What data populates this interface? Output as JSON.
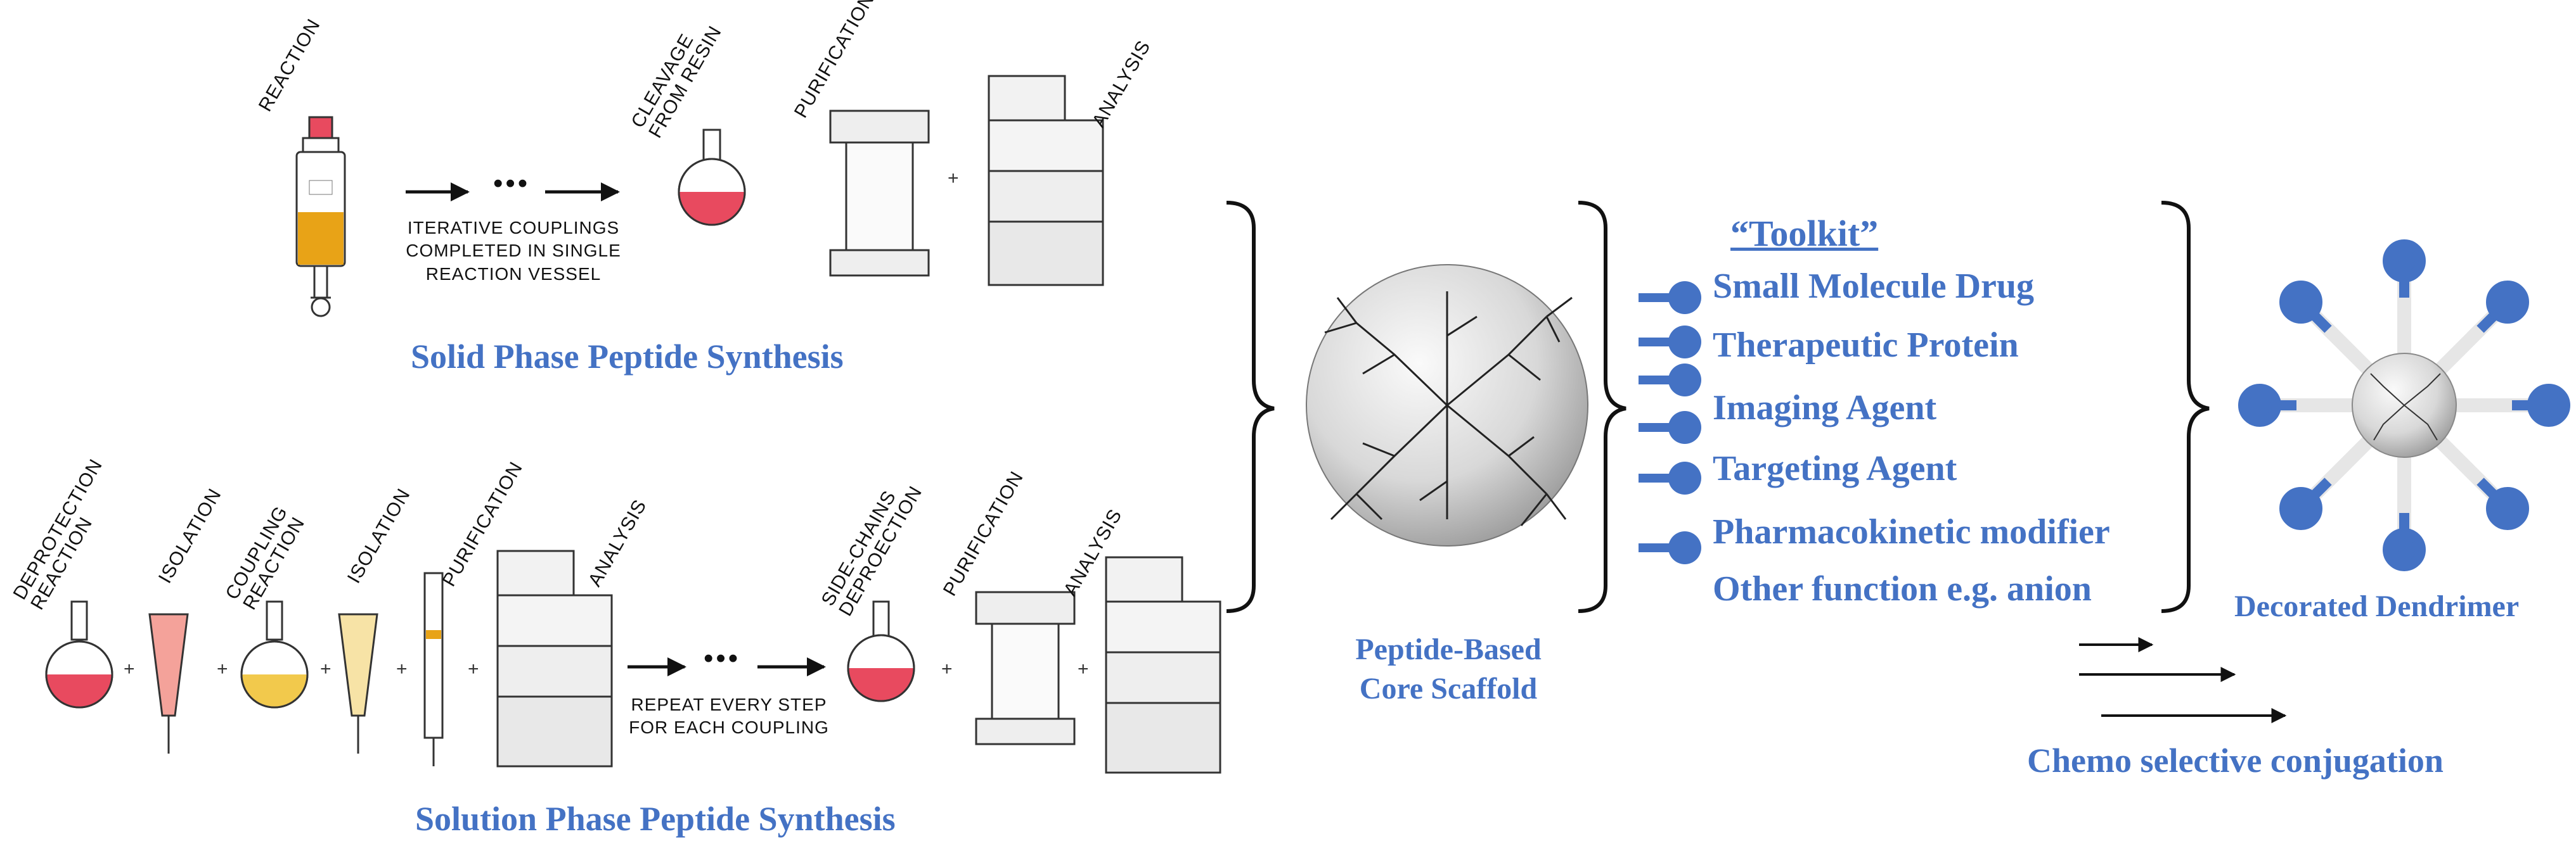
{
  "spps": {
    "title": "Solid Phase Peptide Synthesis",
    "labels": {
      "reaction": "REACTION",
      "cleavage_1": "CLEAVAGE",
      "cleavage_2": "FROM RESIN",
      "purification": "PURIFICATION",
      "analysis": "ANALYSIS"
    },
    "note": [
      "ITERATIVE COUPLINGS",
      "COMPLETED IN SINGLE",
      "REACTION VESSEL"
    ],
    "plus": "+"
  },
  "lpps": {
    "title": "Solution Phase Peptide Synthesis",
    "labels": {
      "deprotection_1": "DEPROTECTION",
      "deprotection_2": "REACTION",
      "isolation_1": "ISOLATION",
      "coupling_1": "COUPLING",
      "coupling_2": "REACTION",
      "isolation_2": "ISOLATION",
      "purification_1": "PURIFICATION",
      "analysis_1": "ANALYSIS",
      "sidechains_1": "SIDE-CHAINS",
      "sidechains_2": "DEPROECTION",
      "purification_2": "PURIFICATION",
      "analysis_2": "ANALYSIS"
    },
    "note": [
      "REPEAT EVERY STEP",
      "FOR EACH COUPLING"
    ],
    "plus": "+"
  },
  "core": {
    "label_1": "Peptide-Based",
    "label_2": "Core Scaffold"
  },
  "toolkit": {
    "title": "“Toolkit”",
    "items": [
      "Small Molecule Drug",
      "Therapeutic Protein",
      "Imaging Agent",
      "Targeting Agent",
      "Pharmacokinetic modifier",
      "Other function e.g. anion"
    ]
  },
  "result": {
    "label": "Decorated Dendrimer",
    "conjugation": "Chemo selective conjugation"
  },
  "colors": {
    "accent_blue": "#4472c4",
    "red_liquid": "#e84a5f",
    "salmon_liquid": "#f4a29a",
    "yellow_liquid": "#f2c94c",
    "amber_liquid": "#e8a317"
  },
  "ellipsis": "•••"
}
